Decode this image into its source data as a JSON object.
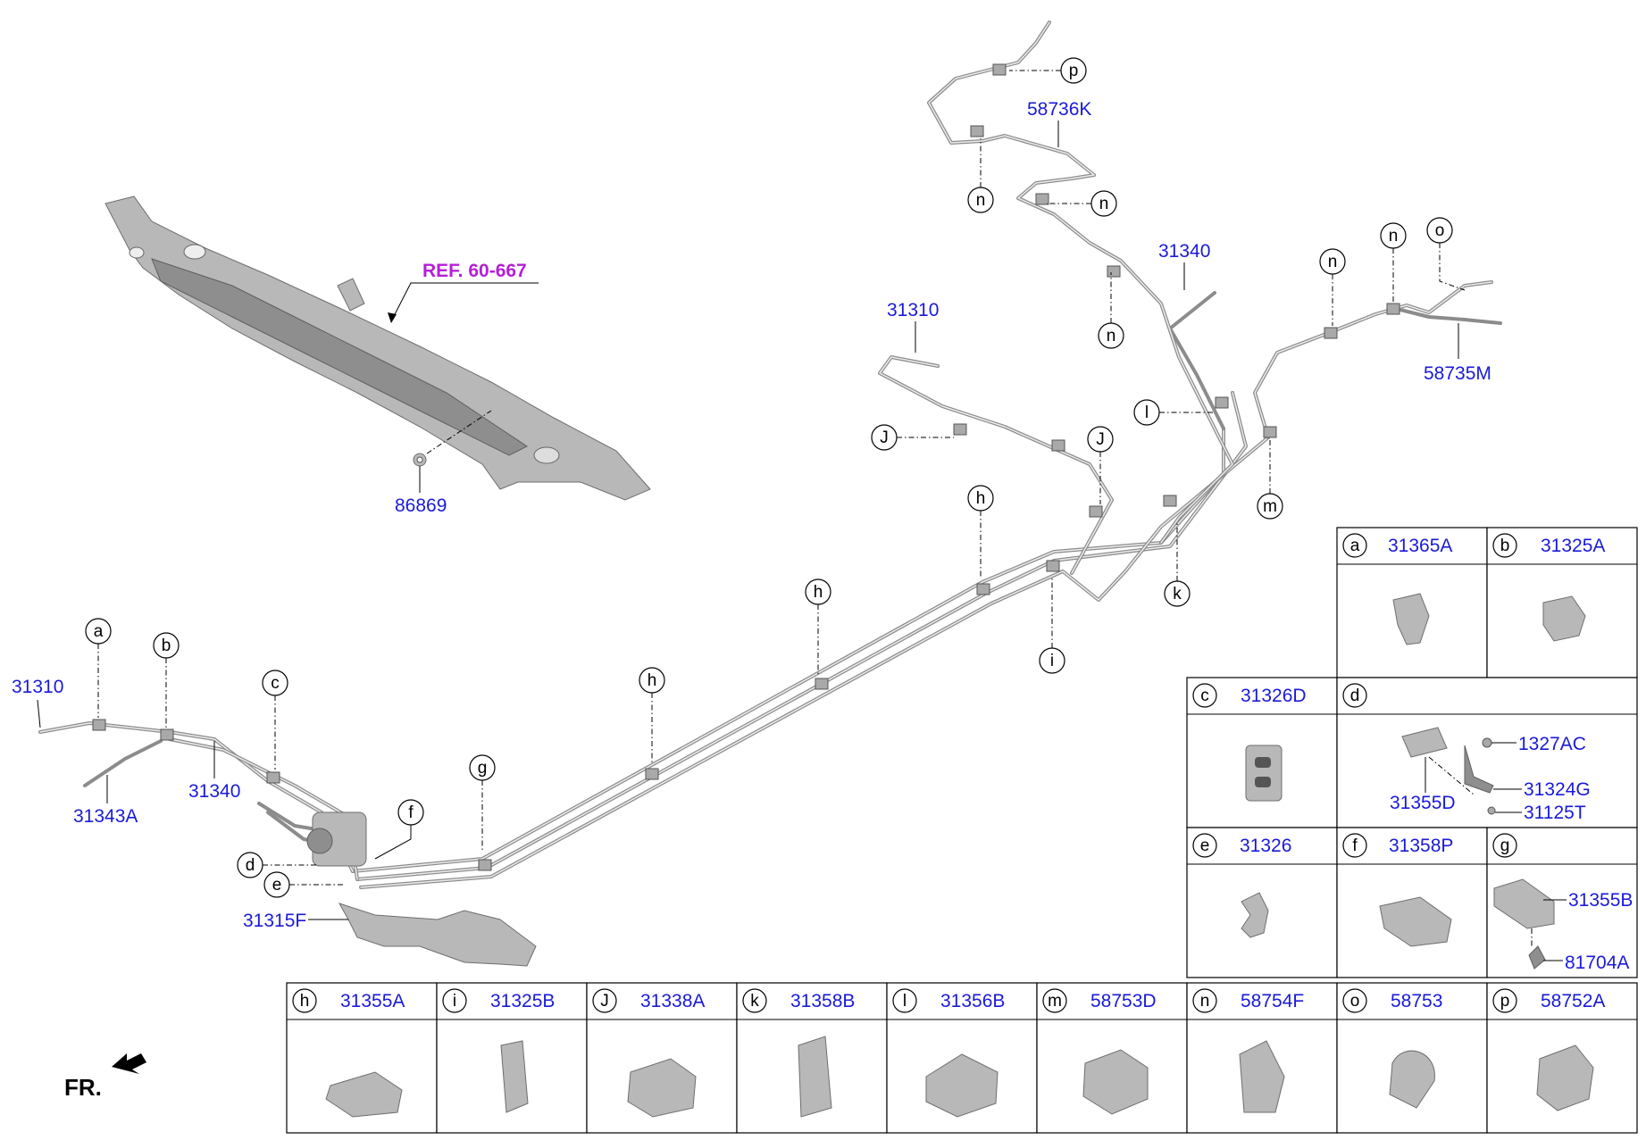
{
  "reference": {
    "label": "REF. 60-667"
  },
  "front_indicator": {
    "label": "FR."
  },
  "main_labels": {
    "p86869": "86869",
    "p31310_left": "31310",
    "p31310_right": "31310",
    "p31340_left": "31340",
    "p31340_right": "31340",
    "p31343A": "31343A",
    "p31315F": "31315F",
    "p58736K": "58736K",
    "p58735M": "58735M"
  },
  "callouts": {
    "a": "a",
    "b": "b",
    "c": "c",
    "d": "d",
    "e": "e",
    "f": "f",
    "g": "g",
    "h1": "h",
    "h2": "h",
    "h3": "h",
    "i": "i",
    "j1": "J",
    "j2": "J",
    "k": "k",
    "l": "l",
    "m": "m",
    "n1": "n",
    "n2": "n",
    "n3": "n",
    "n4": "n",
    "n5": "n",
    "o": "o",
    "p": "p"
  },
  "legend_right": {
    "a": {
      "letter": "a",
      "part": "31365A"
    },
    "b": {
      "letter": "b",
      "part": "31325A"
    },
    "c": {
      "letter": "c",
      "part": "31326D"
    },
    "d": {
      "letter": "d",
      "parts": {
        "p1327AC": "1327AC",
        "p31324G": "31324G",
        "p31355D": "31355D",
        "p31125T": "31125T"
      }
    },
    "e": {
      "letter": "e",
      "part": "31326"
    },
    "f": {
      "letter": "f",
      "part": "31358P"
    },
    "g": {
      "letter": "g",
      "parts": {
        "p31355B": "31355B",
        "p81704A": "81704A"
      }
    }
  },
  "legend_bottom": [
    {
      "letter": "h",
      "part": "31355A"
    },
    {
      "letter": "i",
      "part": "31325B"
    },
    {
      "letter": "J",
      "part": "31338A"
    },
    {
      "letter": "k",
      "part": "31358B"
    },
    {
      "letter": "l",
      "part": "31356B"
    },
    {
      "letter": "m",
      "part": "58753D"
    },
    {
      "letter": "n",
      "part": "58754F"
    },
    {
      "letter": "o",
      "part": "58753"
    },
    {
      "letter": "p",
      "part": "58752A"
    }
  ],
  "colors": {
    "part_number": "#1a1ad9",
    "reference": "#b51fd6",
    "pipe": "#8c8c8c"
  }
}
